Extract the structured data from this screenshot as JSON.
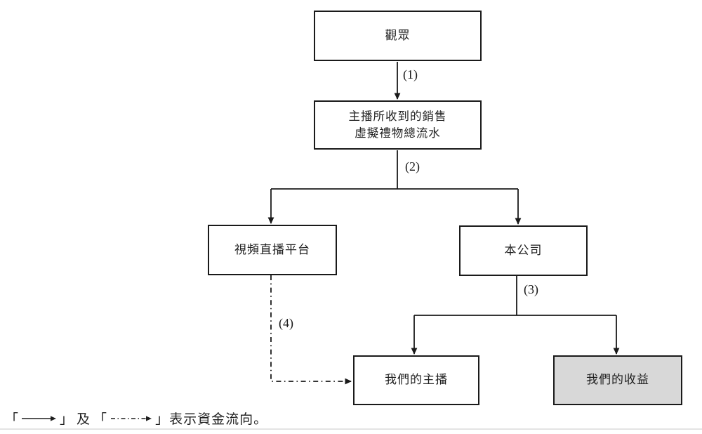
{
  "diagram": {
    "title_hint": "fund flow chart",
    "nodes": {
      "audience": {
        "label": "觀眾"
      },
      "gross_billings": {
        "lines": [
          "主播所收到的銷售",
          "虛擬禮物總流水"
        ]
      },
      "platform": {
        "label": "視頻直播平台"
      },
      "company": {
        "label": "本公司"
      },
      "our_streamers": {
        "label": "我們的主播"
      },
      "our_revenue": {
        "label": "我們的收益"
      }
    },
    "flow_labels": {
      "step1": "(1)",
      "step2": "(2)",
      "step3": "(3)",
      "step4": "(4)"
    },
    "legend": {
      "open_bracket_1": "「",
      "close_bracket_1": "」",
      "conjunction": "及",
      "open_bracket_2": "「",
      "close_bracket_2": "」",
      "caption": "表示資金流向。",
      "solid_arrow_meaning": "solid-right-arrow",
      "dashdot_arrow_meaning": "dash-dot-right-arrow"
    },
    "colors": {
      "line": "#1a1a1a",
      "box_border": "#1a1a1a",
      "revenue_fill": "#d8d8d8",
      "divider": "#e4e4e4"
    }
  }
}
